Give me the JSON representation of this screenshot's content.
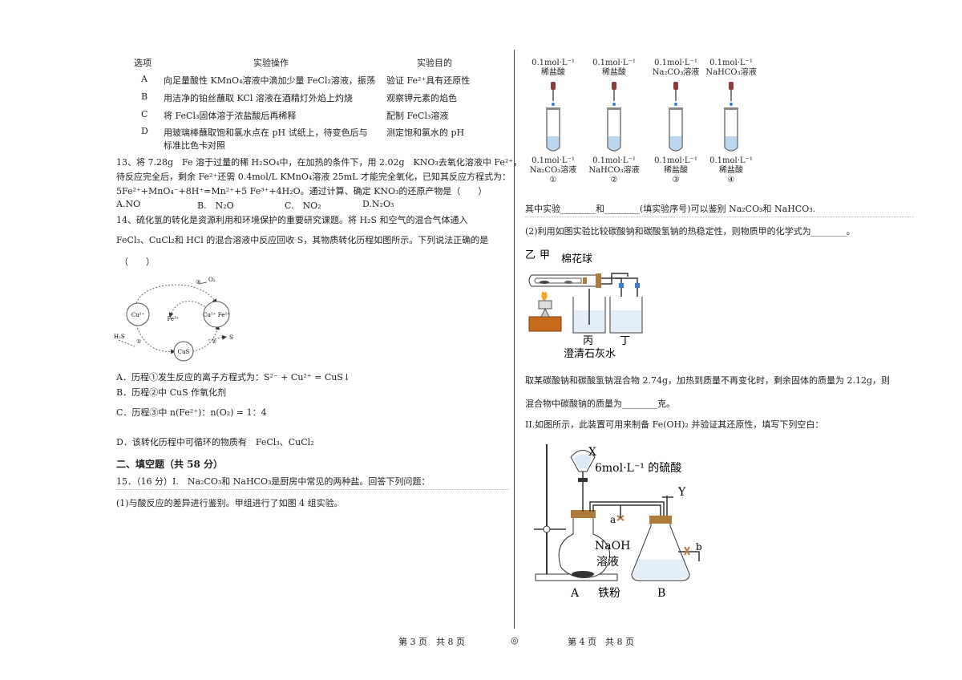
{
  "table": {
    "headers": [
      "选项",
      "实验操作",
      "实验目的"
    ],
    "rows": [
      {
        "opt": "A",
        "op": "向足量酸性 KMnO₄溶液中滴加少量 FeCl₂溶液，振荡",
        "goal": "验证 Fe²⁺具有还原性"
      },
      {
        "opt": "B",
        "op": "用洁净的铂丝蘸取 KCl 溶液在酒精灯外焰上灼烧",
        "goal": "观察钾元素的焰色"
      },
      {
        "opt": "C",
        "op": "将 FeCl₃固体溶于浓盐酸后再稀释",
        "goal": "配制 FeCl₃溶液"
      },
      {
        "opt": "D",
        "op": "用玻璃棒蘸取饱和氯水点在 pH 试纸上，待变色后与",
        "goal": "测定饱和氯水的 pH"
      }
    ],
    "row_d_cont": "标准比色卡对照"
  },
  "q13": {
    "line1": "13、将 7.28g　Fe 溶于过量的稀 H₂SO₄中，在加热的条件下，用 2.02g　KNO₃去氧化溶液中 Fe²⁺，",
    "line2": "待反应完全后，剩余 Fe²⁺还需 0.4mol/L KMnO₄溶液 25mL 才能完全氧化，已知其反应方程式为：",
    "line3": "5Fe²⁺+MnO₄⁻+8H⁺=Mn²⁺+5 Fe³⁺+4H₂O。通过计算、确定 KNO₃的还原产物是（　　）",
    "options": [
      "A.NO",
      "B.　N₂O",
      "C.　NO₂",
      "D.N₂O₃"
    ]
  },
  "q14": {
    "line1": "14、硫化氢的转化是资源利用和环境保护的重要研究课题。将 H₂S 和空气的混合气体通入",
    "line2": "FeCl₃、CuCl₂和 HCl 的混合溶液中反应回收 S，其物质转化历程如图所示。下列说法正确的是",
    "line3": "（　　）",
    "diagram": {
      "cu": "Cu²⁺",
      "fe3": "Fe³⁺",
      "cu_fe": "Cu²⁺ Fe²⁺",
      "cus": "CuS",
      "o2": "O₂",
      "h2s": "H₂S",
      "s": "S",
      "n1": "①",
      "n2": "②",
      "n3": "③"
    },
    "optA": "A．历程①发生反应的离子方程式为：S²⁻ + Cu²⁺ = CuS↓",
    "optB": "B．历程②中 CuS 作氧化剂",
    "optC": "C．历程③中 n(Fe²⁺)：n(O₂) = 1：4",
    "optD": "D．该转化历程中可循环的物质有　FeCl₃、CuCl₂"
  },
  "section2": "二、填空题（共 58 分）",
  "q15": {
    "line1": "15．（16 分）I.　Na₂CO₃和 NaHCO₃是厨房中常见的两种盐。回答下列问题：",
    "line2": "(1)与酸反应的差异进行鉴别。甲组进行了如图 4 组实验。"
  },
  "tubes": [
    {
      "top1": "0.1mol·L⁻¹",
      "top2": "稀盐酸",
      "bot1": "0.1mol·L⁻¹",
      "bot2": "Na₂CO₃溶液",
      "num": "①"
    },
    {
      "top1": "0.1mol·L⁻¹",
      "top2": "稀盐酸",
      "bot1": "0.1mol·L⁻¹",
      "bot2": "NaHCO₃溶液",
      "num": "②"
    },
    {
      "top1": "0.1mol·L⁻¹",
      "top2": "Na₂CO₃溶液",
      "bot1": "0.1mol·L⁻¹",
      "bot2": "稀盐酸",
      "num": "③"
    },
    {
      "top1": "0.1mol·L⁻¹",
      "top2": "NaHCO₃溶液",
      "bot1": "0.1mol·L⁻¹",
      "bot2": "稀盐酸",
      "num": "④"
    }
  ],
  "right": {
    "l1": "其中实验________和________(填实验序号)可以鉴别 Na₂CO₃和 NaHCO₃.",
    "l2": "(2)利用如图实验比较碳酸钠和碳酸氢钠的热稳定性，则物质甲的化学式为________。",
    "app1": {
      "yi": "乙",
      "jia": "甲",
      "cotton": "棉花球",
      "bing": "丙",
      "ding": "丁",
      "lime": "澄清石灰水"
    },
    "l3": "取某碳酸钠和碳酸氢钠混合物 2.74g，加热到质量不再变化时，剩余固体的质量为 2.12g，则",
    "l4": "混合物中碳酸钠的质量为________克。",
    "l5": "II.如图所示，此装置可用来制备 Fe(OH)₂ 并验证其还原性，填写下列空白：",
    "app2": {
      "x": "X",
      "acid": "6mol·L⁻¹ 的硫酸",
      "y": "Y",
      "a": "a",
      "b": "b",
      "naoh1": "NaOH",
      "naoh2": "溶液",
      "iron": "铁粉",
      "A": "A",
      "B": "B"
    }
  },
  "footer": {
    "left": "第 3 页　共 8 页",
    "mid": "◎",
    "right": "第 4 页　共 8 页"
  }
}
